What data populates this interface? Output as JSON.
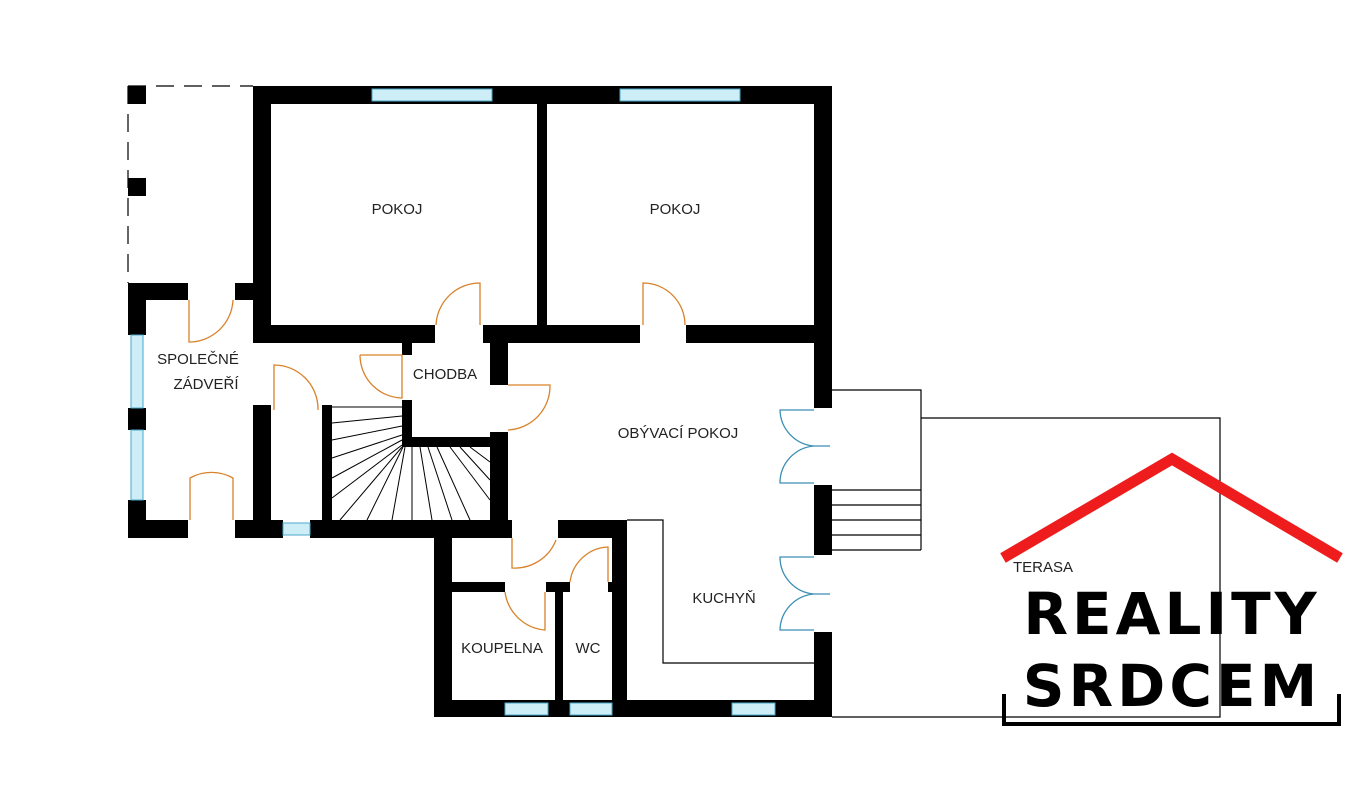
{
  "plan": {
    "rooms": {
      "room_1": "POKOJ",
      "room_2": "POKOJ",
      "vestibule_line1": "SPOLEČNÉ",
      "vestibule_line2": "ZÁDVEŘÍ",
      "hallway": "CHODBA",
      "living_room": "OBÝVACÍ POKOJ",
      "kitchen": "KUCHYŇ",
      "bathroom": "KOUPELNA",
      "wc": "WC",
      "terrace": "TERASA"
    }
  },
  "logo": {
    "line1": "REALITY",
    "line2": "SRDCEM",
    "roof_color": "#ee1c1c"
  }
}
